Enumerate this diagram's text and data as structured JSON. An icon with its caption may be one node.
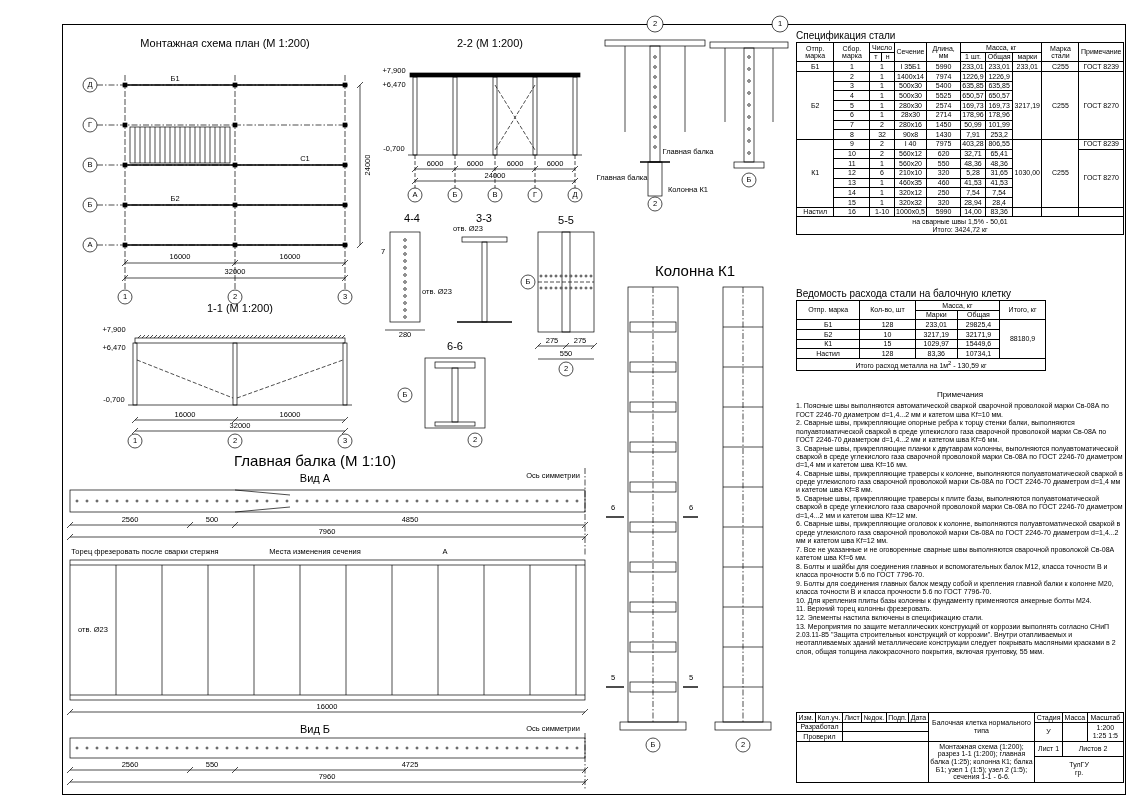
{
  "diagram": {
    "labels": [
      "Монтажная схема план (М 1:200)",
      "Д",
      "Г",
      "В",
      "Б",
      "А",
      "1",
      "2",
      "3",
      "16000",
      "16000",
      "32000",
      "24000",
      "Б1",
      "Б2",
      "С1",
      "2-2 (М 1:200)",
      "+7,900",
      "+6,470",
      "-0,700",
      "6000",
      "6000",
      "6000",
      "6000",
      "24000",
      "А",
      "Б",
      "В",
      "Г",
      "Д",
      "2",
      "Главная балка",
      "Главная балка",
      "Колонна К1",
      "2",
      "1",
      "Б",
      "5-5",
      "Б",
      "275",
      "275",
      "550",
      "2",
      "Спецификация стали",
      "Отпр. марка",
      "Сбор. марка",
      "Число",
      "Сечение",
      "Длина, мм",
      "Масса, кг",
      "Марка стали",
      "Примечание",
      "т",
      "н",
      "1 шт.",
      "Общая",
      "марки",
      "Б1",
      "1",
      "1",
      "I 35Б1",
      "5990",
      "233,01",
      "233,01",
      "233,01",
      "С255",
      "ГОСТ 8239",
      "Б2",
      "2",
      "1",
      "1400x14",
      "7974",
      "1226,9",
      "1226,9",
      "3217,19",
      "С255",
      "ГОСТ 8270",
      "3",
      "1",
      "500x30",
      "5400",
      "635,85",
      "635,85",
      "4",
      "1",
      "500x30",
      "5525",
      "650,57",
      "650,57",
      "5",
      "1",
      "280x30",
      "2574",
      "169,73",
      "169,73",
      "6",
      "1",
      "28x30",
      "2714",
      "178,96",
      "178,96",
      "7",
      "2",
      "280x16",
      "1450",
      "50,99",
      "101,99",
      "8",
      "32",
      "90x8",
      "1430",
      "7,91",
      "253,2",
      "К1",
      "9",
      "2",
      "I 40",
      "7975",
      "403,28",
      "806,55",
      "1030,00",
      "С255",
      "ГОСТ 8239",
      "10",
      "2",
      "560x12",
      "620",
      "32,71",
      "65,41",
      "ГОСТ 8270",
      "11",
      "1",
      "560x20",
      "550",
      "48,36",
      "48,36",
      "12",
      "6",
      "210x10",
      "320",
      "5,28",
      "31,65",
      "13",
      "1",
      "460x35",
      "460",
      "41,53",
      "41,53",
      "14",
      "1",
      "320x12",
      "250",
      "7,54",
      "7,54",
      "15",
      "1",
      "320x32",
      "320",
      "28,94",
      "28,4",
      "Настил",
      "16",
      "1-10",
      "1000x0,5",
      "5990",
      "14,00",
      "83,36",
      "на сварные швы 1,5% - 50,61",
      "Итого: 3424,72 кг",
      "4-4",
      "280",
      "7",
      "отв. Ø23",
      "3-3",
      "отв. Ø23",
      "1-1 (М 1:200)",
      "+7,900",
      "+6,470",
      "-0,700",
      "16000",
      "16000",
      "32000",
      "1",
      "2",
      "3",
      "6-6",
      "Б",
      "2",
      "Колонна К1",
      "6",
      "6",
      "5",
      "5",
      "Б",
      "2",
      "Ведомость расхода стали на балочную клетку",
      "Отпр. марка",
      "Кол-во, шт",
      "Масса, кг",
      "Итого, кг",
      "Марки",
      "Общая",
      "Б1",
      "128",
      "233,01",
      "29825,4",
      "88180,9",
      "Б2",
      "10",
      "3217,19",
      "32171,9",
      "К1",
      "15",
      "1029,97",
      "15449,6",
      "Настил",
      "128",
      "83,36",
      "10734,1",
      "Итого расход металла на 1м$^{2}$ - 130,59 кг",
      "Главная балка (М 1:10)",
      "Вид А",
      "Ось симметрии",
      "2560",
      "500",
      "7960",
      "4850",
      "Торец фрезеровать после сварки стержня",
      "Места изменения сечения",
      "А",
      "16000",
      "отв. Ø23",
      "Вид Б",
      "Ось симметрии",
      "2560",
      "550",
      "7960",
      "4725",
      "Примечания",
      "1. Поясные швы выполняются автоматической сваркой сварочной проволокой марки Св-08А по ГОСТ 2246-70 диаметром d=1,4...2 мм и катетом шва Kf=10 мм.",
      "2. Сварные швы, прикрепляющие опорные ребра к торцу стенки балки, выполняются полуавтоматической сваркой в среде углекислого газа сварочной проволокой марки Св-08А по ГОСТ 2246-70 диаметром d=1,4...2 мм и катетом шва Kf=6 мм.",
      "3. Сварные швы, прикрепляющие планки к двутаврам колонны, выполняются полуавтоматической сваркой в среде углекислого газа сварочной проволокой марки Св-08А по ГОСТ 2246-70 диаметром d=1,4 мм и катетом шва Kf=16 мм.",
      "4. Сварные швы, прикрепляющие траверсы к колонне, выполняются полуавтоматической сваркой в среде углекислого газа сварочной проволокой марки Св-08А по ГОСТ 2246-70 диаметром d=1,4 мм и катетом шва Kf=8 мм.",
      "5. Сварные швы, прикрепляющие траверсы к плите базы, выполняются полуавтоматической сваркой в среде углекислого газа сварочной проволокой марки Св-08А по ГОСТ 2246-70 диаметром d=1,4...2 мм и катетом шва Kf=12 мм.",
      "6. Сварные швы, прикрепляющие оголовок к колонне, выполняются полуавтоматической сваркой в среде углекислого газа сварочной проволокой марки Св-08А по ГОСТ 2246-70 диаметром d=1,4...2 мм и катетом шва Kf=12 мм.",
      "7. Все не указанные и не оговоренные сварные швы выполняются сварочной проволокой Св-08А катетом шва Kf=6 мм.",
      "8. Болты и шайбы для соединения главных и вспомогательных балок М12, класса точности В и класса прочности 5.6 по ГОСТ 7796-70.",
      "9. Болты для соединения главных балок между собой и крепления главной балки к колонне М20, класса точности В и класса прочности 5.6 по ГОСТ 7796-70.",
      "10. Для крепления плиты базы колонны к фундаменту применяются анкерные болты М24.",
      "11. Верхний торец колонны фрезеровать.",
      "12. Элементы настила включены в спецификацию стали.",
      "13. Мероприятия по защите металлических конструкций от коррозии выполнять согласно СНиП 2.03.11-85 \"Защита строительных конструкций от коррозии\". Внутри отапливаемых и неотапливаемых зданий металлические конструкции следует покрывать масляными красками в 2 слоя, общая толщина лакокрасочного покрытия, включая грунтовку, 55 мкм.",
      "Изм.",
      "Кол.уч.",
      "Лист",
      "№док.",
      "Подп.",
      "Дата",
      "Балочная клетка нормального типа",
      "Стадия",
      "Масса",
      "Масштаб",
      "Разработал",
      "У",
      "1:200 1:25 1:5",
      "Проверил",
      "Монтажная схема (1:200); разрез 1-1 (1:200); главная балка (1:25); колонна К1; балка Б1; узел 1 (1:5); узел 2 (1:5); сечения 1-1 - 6-6.",
      "Лист 1",
      "Листов 2",
      "ТулГУ",
      "гр."
    ]
  }
}
